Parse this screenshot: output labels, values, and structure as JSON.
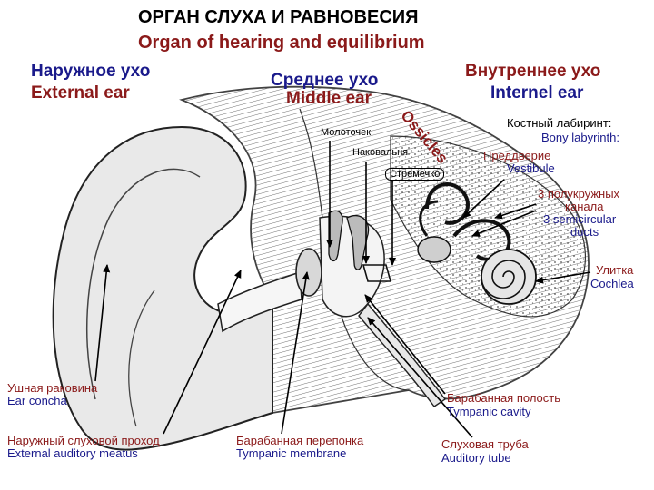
{
  "title": {
    "ru": "ОРГАН СЛУХА И РАВНОВЕСИЯ",
    "en": "Organ of hearing and equilibrium"
  },
  "sections": {
    "external": {
      "ru": "Наружное ухо",
      "en": "External ear"
    },
    "middle": {
      "ru": "Среднее ухо",
      "en": "Middle ear"
    },
    "inner": {
      "ru": "Внутреннее ухо",
      "en": "Internel ear"
    }
  },
  "ossicles": {
    "en": "Ossicles",
    "malleus": "Молоточек",
    "incus": "Наковальня",
    "stapes": "Стремечко"
  },
  "labels": {
    "bony_labyrinth": {
      "ru": "Костный лабиринт:",
      "en": "Bony labyrinth:"
    },
    "vestibule": {
      "ru": "Преддверие",
      "en": "Vestibule"
    },
    "semicircular": {
      "ru1": "3 полукружных",
      "ru2": "канала",
      "en1": "3 semicircular",
      "en2": "ducts"
    },
    "cochlea": {
      "ru": "Улитка",
      "en": "Cochlea"
    },
    "concha": {
      "ru": "Ушная раковина",
      "en": "Ear concha"
    },
    "meatus": {
      "ru": "Наружный слуховой проход",
      "en": "External auditory meatus"
    },
    "membrane": {
      "ru": "Барабанная перепонка",
      "en": "Tympanic membrane"
    },
    "cavity": {
      "ru": "Барабанная полость",
      "en": "Tympanic cavity"
    },
    "tube": {
      "ru": "Слуховая труба",
      "en": "Auditory tube"
    }
  },
  "colors": {
    "red": "#8b1a1a",
    "blue": "#1a1a8b",
    "line": "#000000"
  }
}
